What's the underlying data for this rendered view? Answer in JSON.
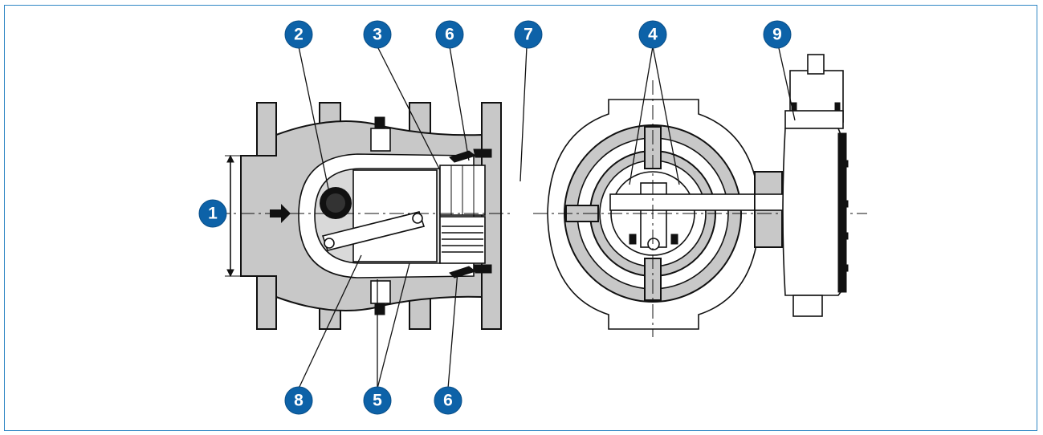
{
  "colors": {
    "frame": "#2f86c4",
    "badge": "#0d62a8",
    "casting": "#c8c8c8",
    "metal": "#d9d9d9",
    "ink": "#111111"
  },
  "callouts": {
    "c1": "1",
    "c2": "2",
    "c3": "3",
    "c6a": "6",
    "c7": "7",
    "c4": "4",
    "c9": "9",
    "c8": "8",
    "c5": "5",
    "c6b": "6"
  }
}
